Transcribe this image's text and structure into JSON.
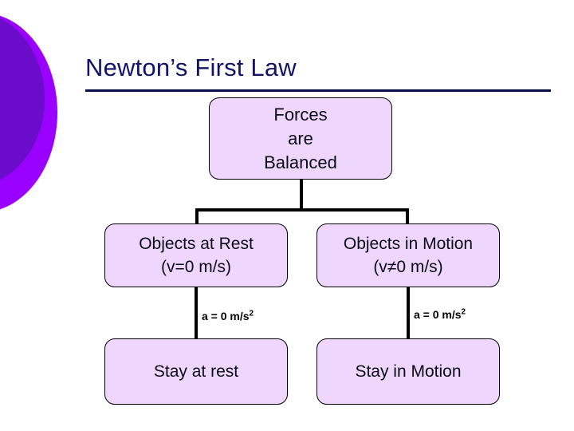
{
  "slide": {
    "title": "Newton’s First Law",
    "background_color": "#ffffff",
    "title_color": "#12126b",
    "node_fill_color": "#efd6fd",
    "node_border_color": "#000000",
    "accent_colors": [
      "#6b0ccb",
      "#9900ff"
    ]
  },
  "diagram": {
    "root": {
      "id": "forces-are-balanced",
      "lines": [
        "Forces",
        "are",
        "Balanced"
      ]
    },
    "branches": [
      {
        "id": "objects-at-rest",
        "lines": [
          "Objects at Rest",
          "(v=0 m/s)"
        ],
        "edge_label": "a = 0 m/s",
        "edge_label_exponent": "2",
        "result": {
          "id": "stay-at-rest",
          "lines": [
            "Stay at rest"
          ]
        }
      },
      {
        "id": "objects-in-motion",
        "lines": [
          "Objects in Motion",
          "(v≠0 m/s)"
        ],
        "edge_label": "a = 0 m/s",
        "edge_label_exponent": "2",
        "result": {
          "id": "stay-in-motion",
          "lines": [
            "Stay in Motion"
          ]
        }
      }
    ]
  }
}
